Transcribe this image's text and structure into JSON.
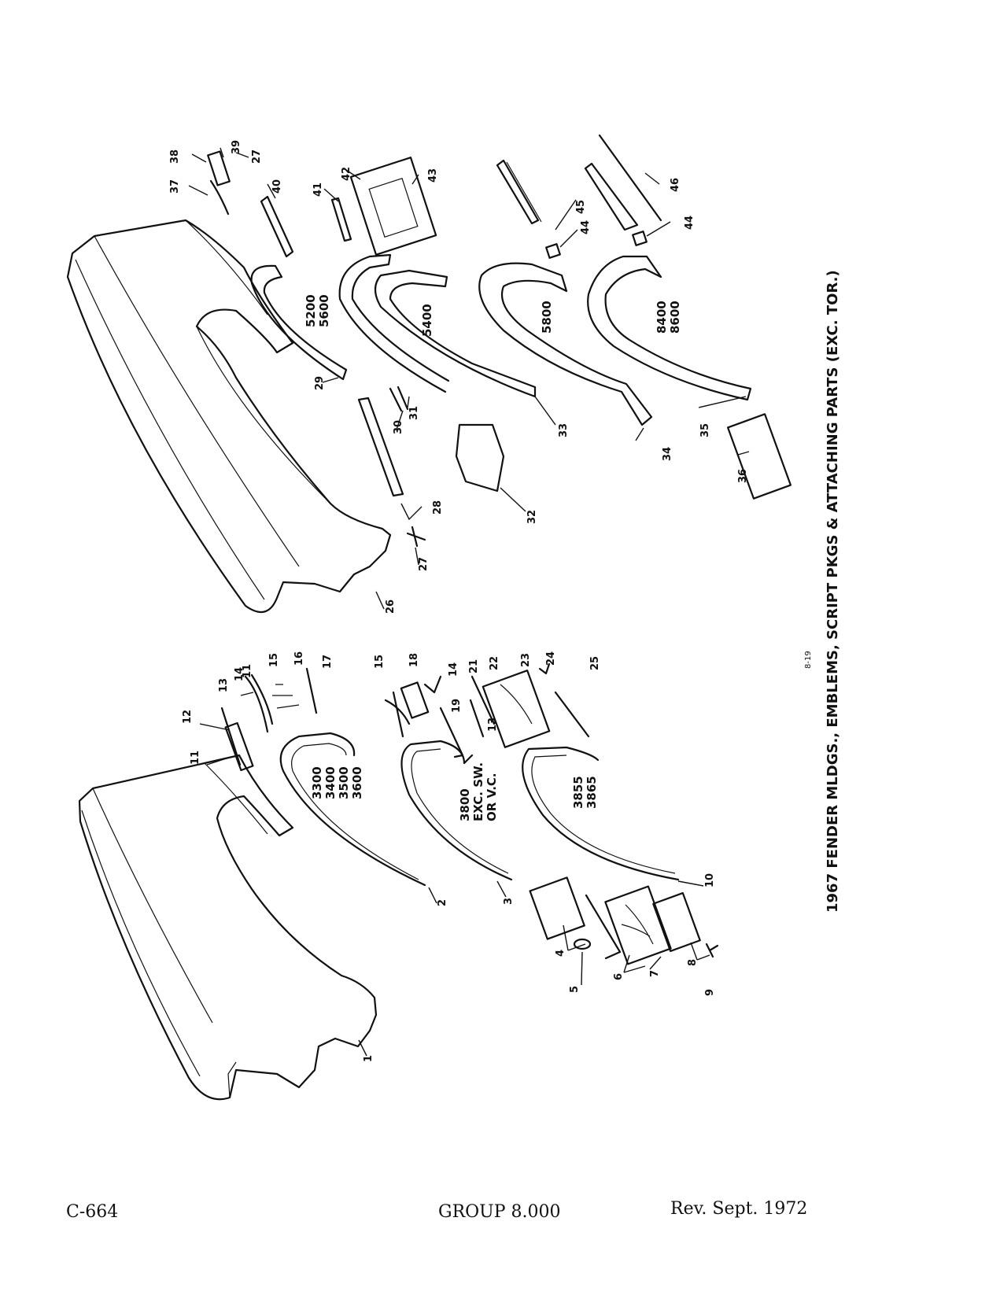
{
  "page": {
    "caption": "1967 FENDER MLDGS., EMBLEMS, SCRIPT PKGS & ATTACHING PARTS (EXC. TOR.)",
    "figure_number": "8-19",
    "page_id": "C-664",
    "group": "GROUP 8.000",
    "revision": "Rev. Sept. 1972"
  },
  "model_groups": [
    {
      "lines": [
        "3300",
        "3400",
        "3500",
        "3600"
      ]
    },
    {
      "lines": [
        "3800",
        "EXC. SW.",
        "OR V.C."
      ]
    },
    {
      "lines": [
        "3855",
        "3865"
      ]
    },
    {
      "lines": [
        "5200",
        "5600"
      ]
    },
    {
      "lines": [
        "5400"
      ]
    },
    {
      "lines": [
        "5800"
      ]
    },
    {
      "lines": [
        "8400",
        "8600"
      ]
    }
  ],
  "callouts": [
    "1",
    "2",
    "3",
    "4",
    "5",
    "6",
    "7",
    "8",
    "9",
    "10",
    "11",
    "12",
    "13",
    "14",
    "11",
    "15",
    "16",
    "17",
    "15",
    "18",
    "19",
    "14",
    "13",
    "21",
    "22",
    "23",
    "24",
    "25",
    "26",
    "27",
    "28",
    "29",
    "30",
    "31",
    "32",
    "33",
    "34",
    "35",
    "36",
    "37",
    "38",
    "39",
    "27",
    "40",
    "41",
    "42",
    "43",
    "44",
    "45",
    "44",
    "46"
  ]
}
